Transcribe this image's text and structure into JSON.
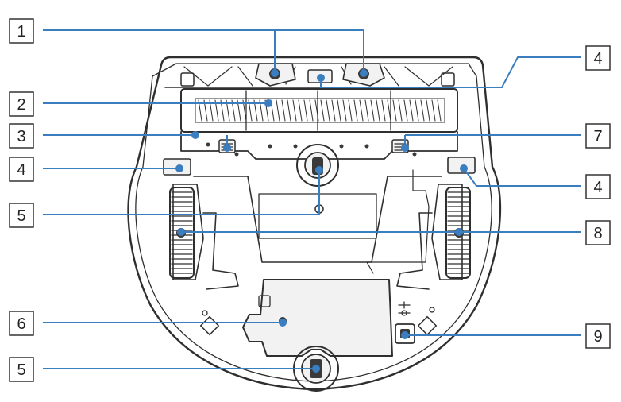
{
  "colors": {
    "line": "#2f2f2f",
    "body_fill": "#ffffff",
    "part_fill": "#f2f2f2",
    "dark_part": "#3a3a3a",
    "callout_line": "#3b7ec0",
    "callout_dot": "#3b7ec0",
    "label_box_stroke": "#333333"
  },
  "callouts": {
    "c1": "1",
    "c2": "2",
    "c3": "3",
    "c4a": "4",
    "c4b": "4",
    "c4c": "4",
    "c5a": "5",
    "c5b": "5",
    "c6": "6",
    "c7": "7",
    "c8": "8",
    "c9": "9"
  }
}
